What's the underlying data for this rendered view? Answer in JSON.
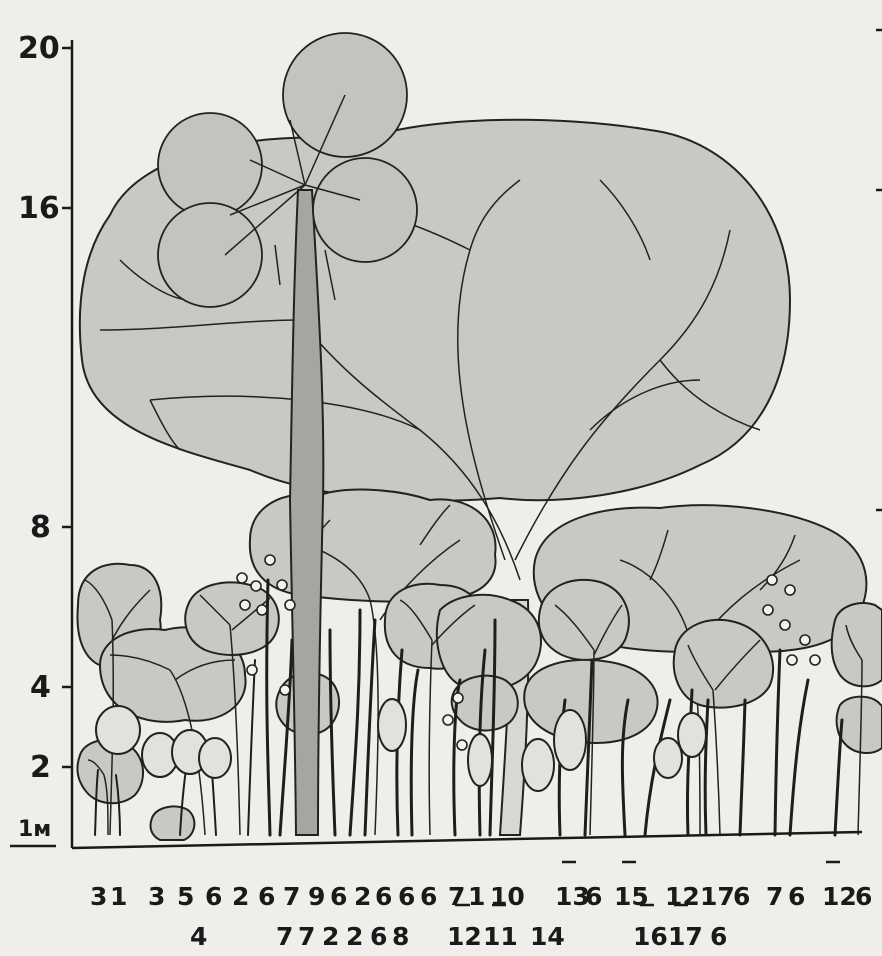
{
  "axis": {
    "ticks": [
      {
        "label": "20",
        "value": 20
      },
      {
        "label": "16",
        "value": 16
      },
      {
        "label": "8",
        "value": 8
      },
      {
        "label": "4",
        "value": 4
      },
      {
        "label": "2",
        "value": 2
      }
    ],
    "unit": "1м"
  },
  "plant_labels_row1": [
    "3",
    "1",
    "3",
    "5",
    "6",
    "2",
    "6",
    "7",
    "9",
    "6",
    "2",
    "6",
    "6",
    "6",
    "7",
    "1",
    "10",
    "13",
    "6",
    "15",
    "12",
    "17",
    "6",
    "7",
    "6",
    "12",
    "6"
  ],
  "plant_labels_row2": [
    "4",
    "7",
    "7",
    "2",
    "2",
    "6",
    "8",
    "12",
    "11",
    "14",
    "16",
    "17",
    "6"
  ]
}
